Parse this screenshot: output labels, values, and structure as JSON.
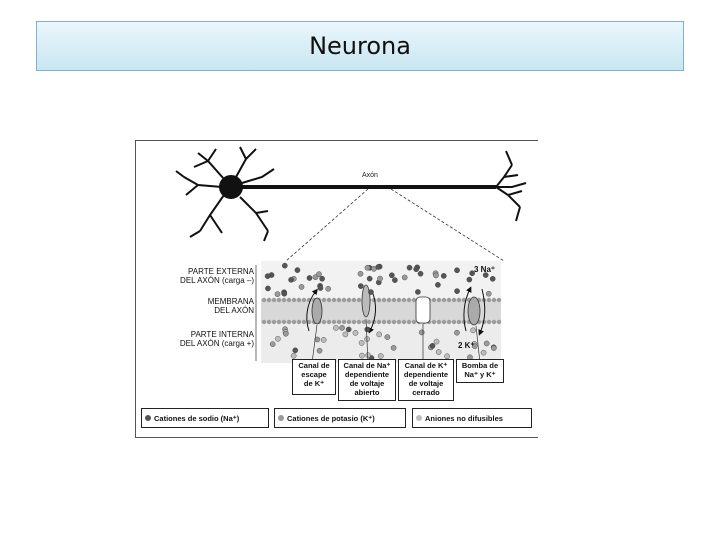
{
  "header": {
    "title": "Neurona"
  },
  "figure": {
    "axon_label": "Axón",
    "left_labels": {
      "outer": [
        "PARTE EXTERNA",
        "DEL AXÓN (carga –)"
      ],
      "membrane": [
        "MEMBRANA",
        "DEL AXÓN"
      ],
      "inner": [
        "PARTE INTERNA",
        "DEL AXÓN (carga +)"
      ]
    },
    "ion_labels": {
      "na3": "3 Na⁺",
      "k2": "2 K⁺"
    },
    "channels": [
      [
        "Canal de",
        "escape",
        "de K⁺"
      ],
      [
        "Canal de Na⁺",
        "dependiente",
        "de voltaje",
        "abierto"
      ],
      [
        "Canal de K⁺",
        "dependiente",
        "de voltaje",
        "cerrado"
      ],
      [
        "Bomba de",
        "Na⁺ y K⁺"
      ]
    ],
    "legend": [
      "Cationes de sodio (Na⁺)",
      "Cationes de potasio (K⁺)",
      "Aniones no difusibles"
    ],
    "colors": {
      "sodium": "#555555",
      "potassium": "#9a9a9a",
      "anion": "#bdbdbd",
      "membrane": "#c8c8c8"
    }
  }
}
